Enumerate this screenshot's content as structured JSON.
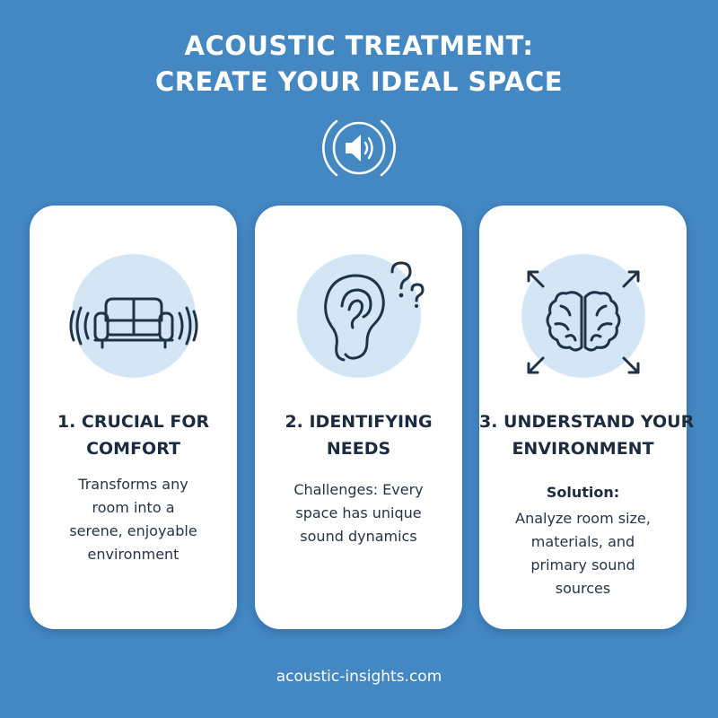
{
  "header": {
    "title_line1": "ACOUSTIC TREATMENT:",
    "title_line2": "CREATE YOUR IDEAL SPACE",
    "icon": "speaker-volume-icon"
  },
  "cards": [
    {
      "icon": "sofa-sound-icon",
      "heading_line1": "1. CRUCIAL FOR",
      "heading_line2": "COMFORT",
      "text_lines": [
        "Transforms any",
        "room into a",
        "serene, enjoyable",
        "environment"
      ]
    },
    {
      "icon": "ear-question-icon",
      "heading_line1": "2. IDENTIFYING",
      "heading_line2": "NEEDS",
      "text_lines": [
        "Challenges: Every",
        "space has unique",
        "sound dynamics"
      ]
    },
    {
      "icon": "brain-expand-icon",
      "heading_line1": "3. UNDERSTAND YOUR",
      "heading_line2": "ENVIRONMENT",
      "label": "Solution:",
      "text_lines": [
        "Analyze room size,",
        "materials, and",
        "primary sound",
        "sources"
      ]
    }
  ],
  "footer": {
    "website": "acoustic-insights.com"
  },
  "colors": {
    "background": "#4387c3",
    "card": "#ffffff",
    "icon_circle": "#d4e6f6",
    "text_dark": "#1c2b3f"
  }
}
